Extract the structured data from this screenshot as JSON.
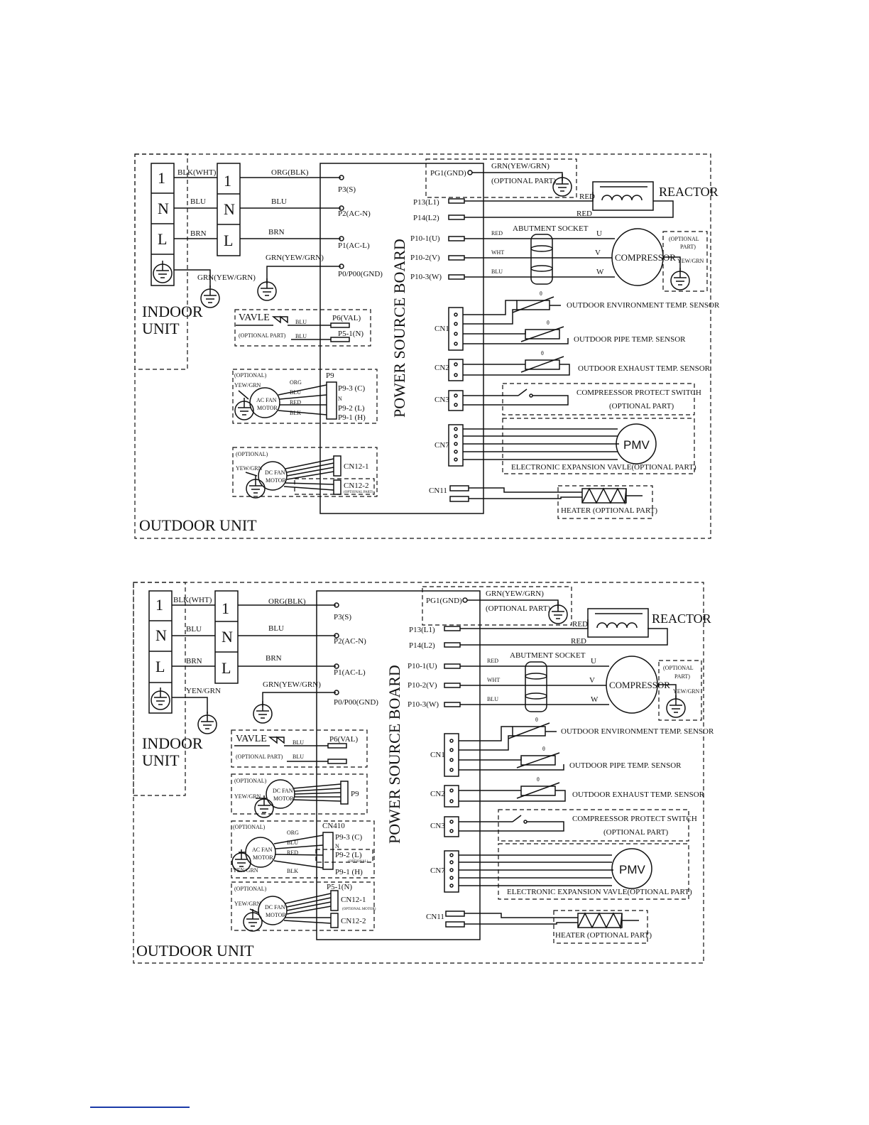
{
  "diagrams": [
    {
      "indoor_terminals": [
        "1",
        "N",
        "L"
      ],
      "outdoor_terminals": [
        "1",
        "N",
        "L"
      ],
      "indoor_wires": [
        "BLK(WHT)",
        "BLU",
        "BRN"
      ],
      "indoor_ground_wire": "GRN(YEW/GRN)",
      "outdoor_wires": [
        "ORG(BLK)",
        "BLU",
        "BRN"
      ],
      "outdoor_ground_wire": "GRN(YEW/GRN)",
      "board_pins_left": [
        "P3(S)",
        "P2(AC-N)",
        "P1(AC-L)",
        "P0/P00(GND)"
      ],
      "indoor_unit_label": [
        "INDOOR",
        "UNIT"
      ],
      "outdoor_unit_label": "OUTDOOR UNIT",
      "board_label": "POWER SOURCE BOARD",
      "pg": {
        "pin": "PG1(GND)",
        "wire": "GRN(YEW/GRN)",
        "note": "(OPTIONAL PART)"
      },
      "reactor": {
        "label": "REACTOR",
        "pins": [
          "P13(L1)",
          "P14(L2)"
        ],
        "wires": [
          "RED",
          "RED"
        ]
      },
      "compressor": {
        "label": "COMPRESSOR",
        "pins": [
          "P10-1(U)",
          "P10-2(V)",
          "P10-3(W)"
        ],
        "wires": [
          "RED",
          "WHT",
          "BLU"
        ],
        "phases": [
          "U",
          "V",
          "W"
        ],
        "socket": "ABUTMENT SOCKET",
        "opt": [
          "(OPTIONAL",
          "PART)"
        ],
        "gnd": "YEW/GRN"
      },
      "valve": {
        "label": "VAVLE",
        "opt": "(OPTIONAL PART)",
        "wires": [
          "BLU",
          "BLU"
        ],
        "pins": [
          "P6(VAL)",
          "P5-1(N)"
        ]
      },
      "ac_fan": {
        "opt": "(OPTIONAL)",
        "gnd": "YEW/GRN",
        "motor": [
          "AC FAN",
          "MOTOR"
        ],
        "header": "P9",
        "wires": [
          "ORG",
          "BLU",
          "RED",
          "BLK"
        ],
        "pins": [
          "P9-3 (C)",
          "N",
          "P9-2 (L)",
          "P9-1 (H)"
        ]
      },
      "dc_fan": {
        "opt": "(OPTIONAL)",
        "gnd": "YEW/GRN",
        "motor": [
          "DC FAN",
          "MOTOR"
        ],
        "pins": [
          "CN12-1",
          "CN12-2"
        ],
        "small": "(OPTIONAL PART)"
      },
      "cn": {
        "cn1": "CN1",
        "cn2": "CN2",
        "cn3": "CN3",
        "cn7": "CN7",
        "cn11": "CN11"
      },
      "sensors": [
        "OUTDOOR ENVIRONMENT TEMP. SENSOR",
        "OUTDOOR PIPE TEMP. SENSOR",
        "OUTDOOR EXHAUST TEMP. SENSOR"
      ],
      "theta": "θ",
      "switch": [
        "COMPREESSOR PROTECT SWITCH",
        "(OPTIONAL PART)"
      ],
      "pmv": {
        "label": "PMV",
        "caption": "ELECTRONIC EXPANSION VAVLE(OPTIONAL PART)"
      },
      "heater": "HEATER (OPTIONAL PART)"
    },
    {
      "indoor_terminals": [
        "1",
        "N",
        "L"
      ],
      "outdoor_terminals": [
        "1",
        "N",
        "L"
      ],
      "indoor_wires": [
        "BLK(WHT)",
        "BLU",
        "BRN"
      ],
      "indoor_ground_wire": "YEN/GRN",
      "outdoor_wires": [
        "ORG(BLK)",
        "BLU",
        "BRN"
      ],
      "outdoor_ground_wire": "GRN(YEW/GRN)",
      "board_pins_left": [
        "P3(S)",
        "P2(AC-N)",
        "P1(AC-L)",
        "P0/P00(GND)"
      ],
      "indoor_unit_label": [
        "INDOOR",
        "UNIT"
      ],
      "outdoor_unit_label": "OUTDOOR UNIT",
      "board_label": "POWER SOURCE BOARD",
      "pg": {
        "pin": "PG1(GND)",
        "wire": "GRN(YEW/GRN)",
        "note": "(OPTIONAL PART)"
      },
      "reactor": {
        "label": "REACTOR",
        "pins": [
          "P13(L1)",
          "P14(L2)"
        ],
        "wires": [
          "RED",
          "RED"
        ]
      },
      "compressor": {
        "label": "COMPRESSOR",
        "pins": [
          "P10-1(U)",
          "P10-2(V)",
          "P10-3(W)"
        ],
        "wires": [
          "RED",
          "WHT",
          "BLU"
        ],
        "phases": [
          "U",
          "V",
          "W"
        ],
        "socket": "ABUTMENT SOCKET",
        "opt": [
          "(OPTIONAL",
          "PART)"
        ],
        "gnd": "YEW/GRN"
      },
      "valve": {
        "label": "VAVLE",
        "opt": "(OPTIONAL PART)",
        "wires": [
          "BLU",
          "BLU"
        ],
        "pins": [
          "P6(VAL)"
        ]
      },
      "dc_fan_p9": {
        "opt": "(OPTIONAL)",
        "gnd": "YEW/GRN",
        "motor": [
          "DC FAN",
          "MOTOR"
        ],
        "pin": "P9"
      },
      "ac_fan": {
        "opt": "(OPTIONAL)",
        "gnd": "YEN/GRN",
        "motor": [
          "AC FAN",
          "MOTOR"
        ],
        "header": "CN410",
        "wires": [
          "ORG",
          "BLU",
          "RED",
          "BLK"
        ],
        "pins": [
          "P9-3 (C)",
          "N",
          "P9-2 (L)",
          "P9-1 (H)"
        ],
        "small": "(OPTIONAL)"
      },
      "dc_fan": {
        "opt": "(OPTIONAL)",
        "gnd": "YEW/GRN",
        "motor": [
          "DC FAN",
          "MOTOR"
        ],
        "header": "P5-1(N)",
        "pins": [
          "CN12-1",
          "CN12-2"
        ],
        "small": "(OPTIONAL MOTOR)"
      },
      "cn": {
        "cn1": "CN1",
        "cn2": "CN2",
        "cn3": "CN3",
        "cn7": "CN7",
        "cn11": "CN11"
      },
      "sensors": [
        "OUTDOOR ENVIRONMENT TEMP. SENSOR",
        "OUTDOOR PIPE TEMP. SENSOR",
        "OUTDOOR EXHAUST TEMP. SENSOR"
      ],
      "theta": "θ",
      "switch": [
        "COMPREESSOR PROTECT SWITCH",
        "(OPTIONAL PART)"
      ],
      "pmv": {
        "label": "PMV",
        "caption": "ELECTRONIC EXPANSION VAVLE(OPTIONAL PART)"
      },
      "heater": "HEATER (OPTIONAL PART)"
    }
  ]
}
